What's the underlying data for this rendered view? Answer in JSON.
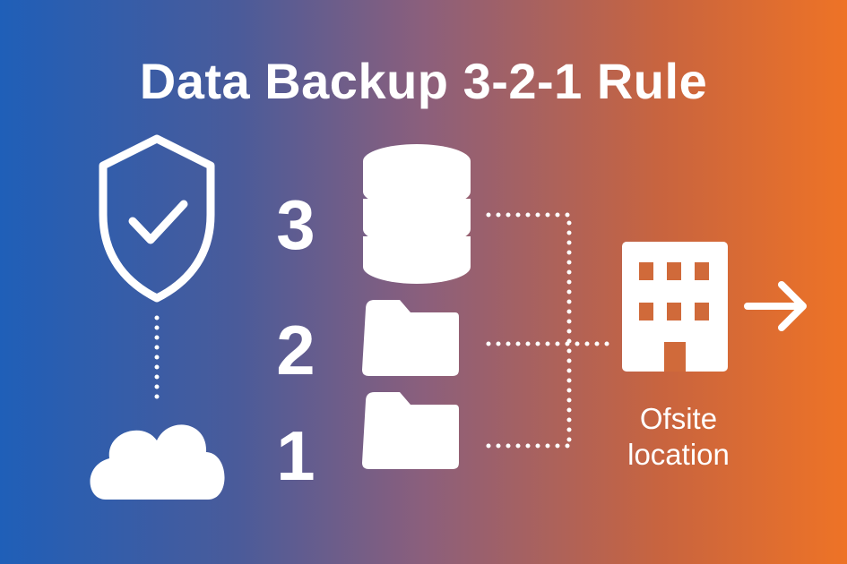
{
  "title": "Data Backup 3-2-1 Rule",
  "numbers": {
    "three": "3",
    "two": "2",
    "one": "1"
  },
  "offsite": {
    "line1": "Ofsite",
    "line2": "location"
  },
  "colors": {
    "gradient_left": "#1f5fb8",
    "gradient_mid": "#8b5f7c",
    "gradient_right": "#ee7326",
    "foreground": "#ffffff"
  },
  "icons": [
    "shield-check-icon",
    "cloud-icon",
    "database-icon",
    "folder-icon",
    "building-icon",
    "arrow-right-icon"
  ]
}
